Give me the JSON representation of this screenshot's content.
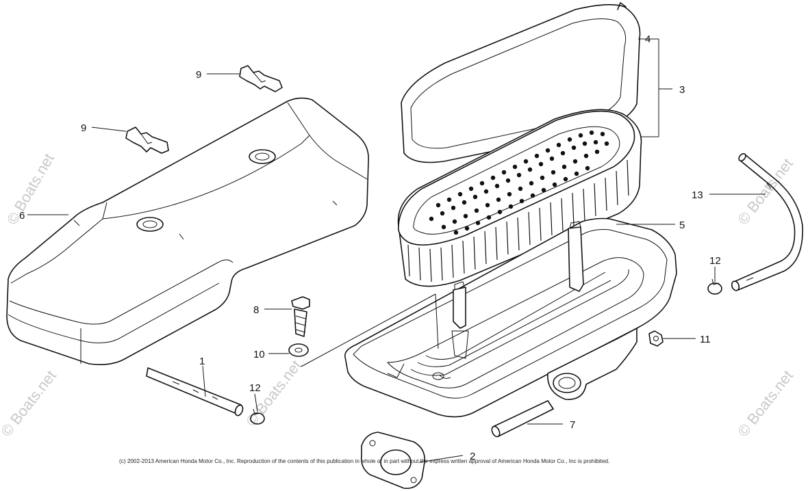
{
  "diagram": {
    "callouts": {
      "c1": "1",
      "c2": "2",
      "c3": "3",
      "c4": "4",
      "c5": "5",
      "c6": "6",
      "c7": "7",
      "c8": "8",
      "c9a": "9",
      "c9b": "9",
      "c10": "10",
      "c11": "11",
      "c12a": "12",
      "c12b": "12",
      "c13": "13"
    },
    "watermark": "© Boats.net",
    "copyright": "(c) 2002-2013 American Honda Motor Co., Inc. Reproduction of the contents of this publication in whole or in part without the express written approval of American Honda Motor Co., Inc is prohibited."
  }
}
